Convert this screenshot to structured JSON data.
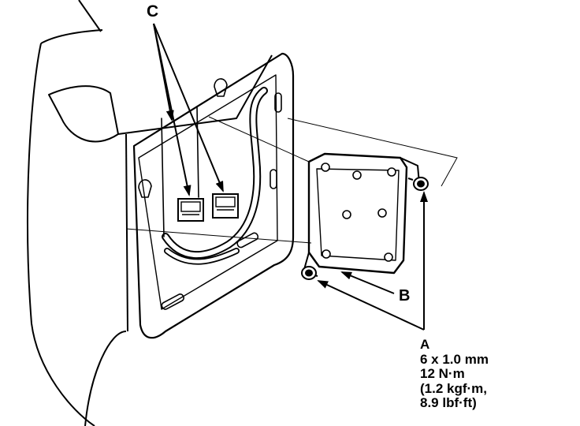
{
  "callouts": {
    "c": "C",
    "b": "B"
  },
  "spec": {
    "letter": "A",
    "lines": [
      "6 x 1.0 mm",
      "12 N·m",
      "(1.2 kgf·m,",
      "8.9 lbf·ft)"
    ]
  },
  "colors": {
    "ink": "#000000",
    "paper": "#ffffff"
  }
}
